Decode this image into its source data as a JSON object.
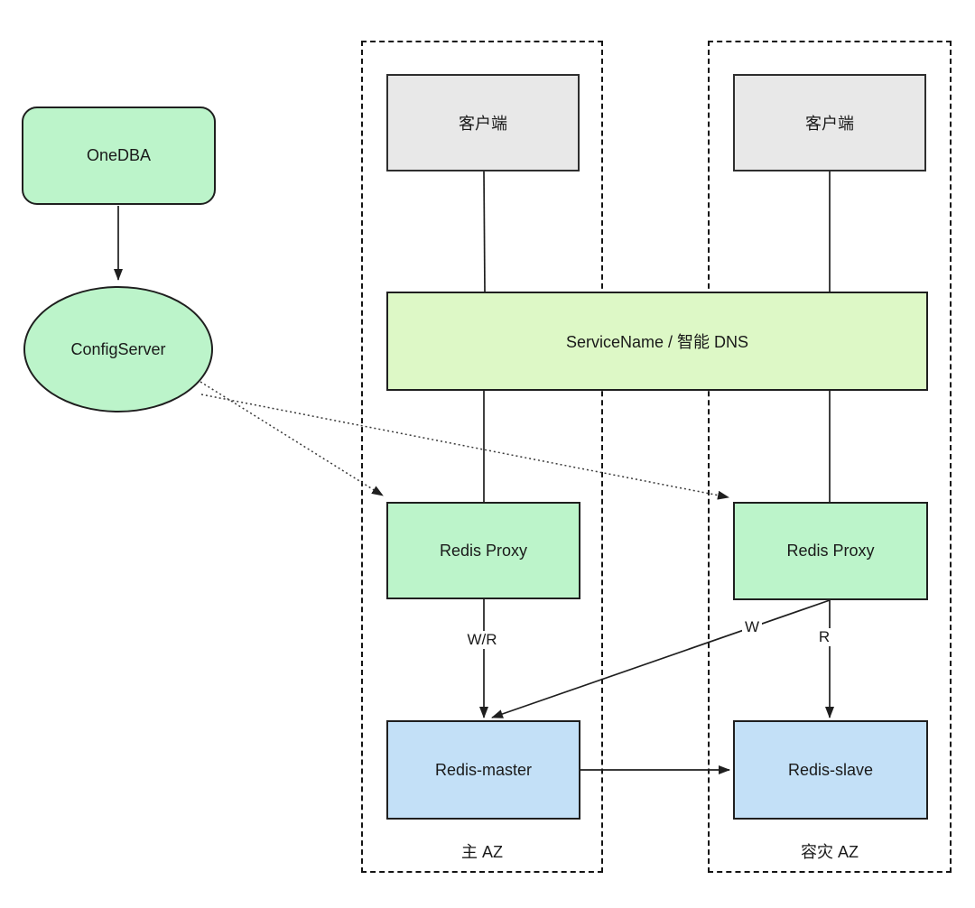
{
  "diagram": {
    "colors": {
      "node_green": "#bcf4ca",
      "node_light_green": "#ddf8c6",
      "node_blue": "#c3e0f7",
      "node_gray": "#e8e8e8",
      "line": "#1f1f1f"
    },
    "nodes": {
      "onedba": {
        "label": "OneDBA"
      },
      "configserver": {
        "label": "ConfigServer"
      },
      "client_left": {
        "label": "客户端"
      },
      "client_right": {
        "label": "客户端"
      },
      "dns": {
        "label": "ServiceName / 智能 DNS"
      },
      "proxy_left": {
        "label": "Redis Proxy"
      },
      "proxy_right": {
        "label": "Redis Proxy"
      },
      "redis_master": {
        "label": "Redis-master"
      },
      "redis_slave": {
        "label": "Redis-slave"
      }
    },
    "zones": {
      "primary": {
        "label": "主 AZ"
      },
      "disaster": {
        "label": "容灾 AZ"
      }
    },
    "edge_labels": {
      "write_read": "W/R",
      "write": "W",
      "read": "R"
    }
  }
}
